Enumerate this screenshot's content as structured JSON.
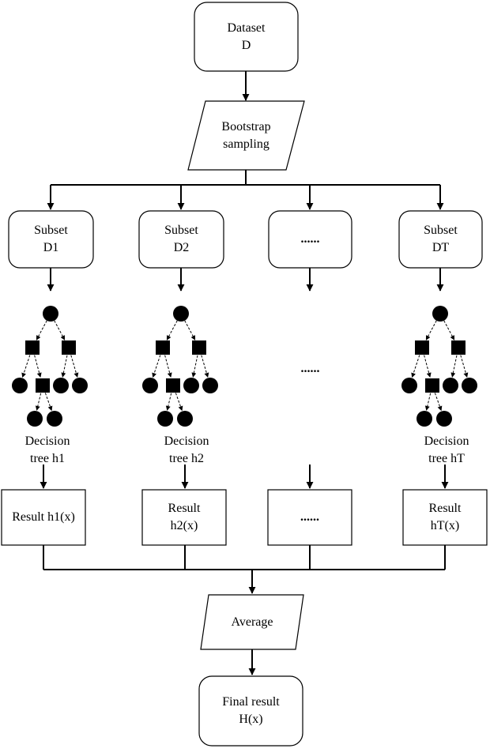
{
  "dataset": {
    "line1": "Dataset",
    "line2": "D"
  },
  "bootstrap": {
    "line1": "Bootstrap",
    "line2": "sampling"
  },
  "subsets": [
    {
      "line1": "Subset",
      "line2": "D1"
    },
    {
      "line1": "Subset",
      "line2": "D2"
    },
    {
      "line1": "......",
      "line2": ""
    },
    {
      "line1": "Subset",
      "line2": "DT"
    }
  ],
  "trees_ellipsis": "......",
  "tree_labels": [
    {
      "line1": "Decision",
      "line2": "tree h1"
    },
    {
      "line1": "Decision",
      "line2": "tree h2"
    },
    {
      "line1": "Decision",
      "line2": "tree hT"
    }
  ],
  "results": [
    {
      "line1": "Result h1(x)",
      "line2": ""
    },
    {
      "line1": "Result",
      "line2": "h2(x)"
    },
    {
      "line1": "......",
      "line2": ""
    },
    {
      "line1": "Result",
      "line2": "hT(x)"
    }
  ],
  "average": {
    "line1": "Average"
  },
  "final": {
    "line1": "Final result",
    "line2": "H(x)"
  }
}
